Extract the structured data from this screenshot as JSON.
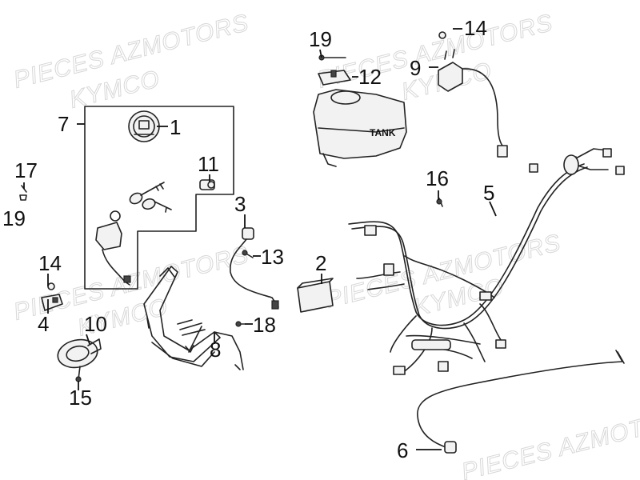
{
  "watermark": {
    "line1": "PIECES AZMOTORS",
    "line2": "KYMCO"
  },
  "tank_label": "TANK",
  "callouts": [
    "1",
    "2",
    "3",
    "4",
    "5",
    "6",
    "7",
    "8",
    "9",
    "10",
    "11",
    "12",
    "13",
    "14",
    "14",
    "15",
    "16",
    "17",
    "18",
    "19",
    "19"
  ]
}
